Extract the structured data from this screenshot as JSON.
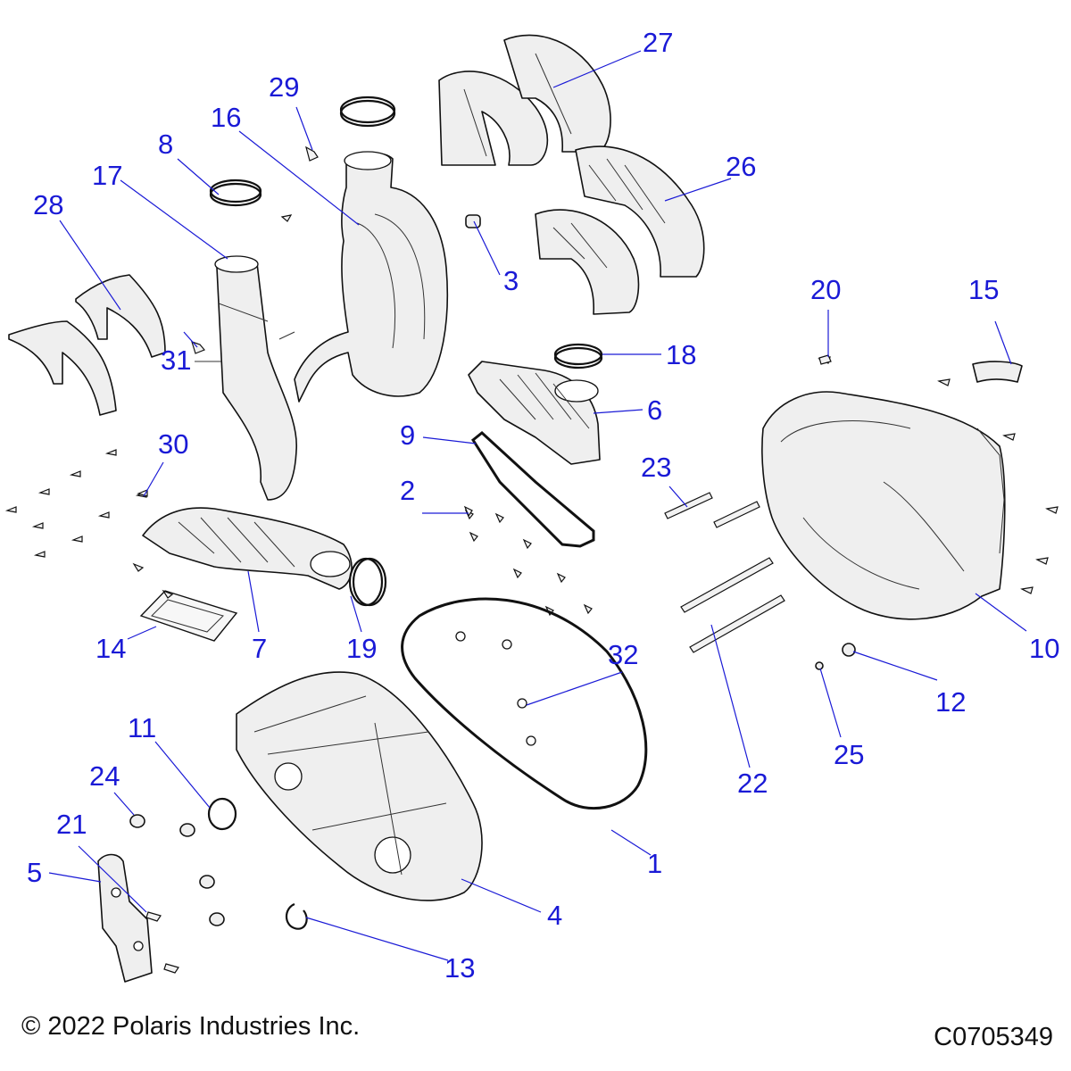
{
  "callouts": {
    "c1": "1",
    "c2": "2",
    "c3": "3",
    "c4": "4",
    "c5": "5",
    "c6": "6",
    "c7": "7",
    "c8": "8",
    "c9": "9",
    "c10": "10",
    "c11": "11",
    "c12": "12",
    "c13": "13",
    "c14": "14",
    "c15": "15",
    "c16": "16",
    "c17": "17",
    "c18": "18",
    "c19": "19",
    "c20": "20",
    "c21": "21",
    "c22": "22",
    "c23": "23",
    "c24": "24",
    "c25": "25",
    "c26": "26",
    "c27": "27",
    "c28": "28",
    "c29": "29",
    "c30": "30",
    "c31": "31",
    "c32": "32"
  },
  "footer": {
    "copyright": "© 2022 Polaris Industries Inc.",
    "drawing_code": "C0705349"
  },
  "colors": {
    "callout": "#1a1ad6",
    "line_art": "#111111",
    "part_fill": "#efefef"
  }
}
